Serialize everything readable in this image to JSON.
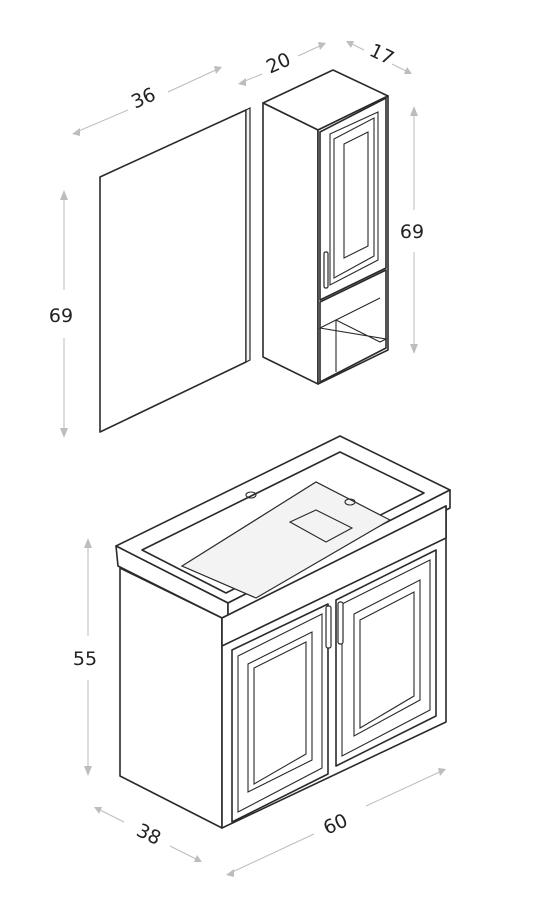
{
  "dimensions": {
    "mirror_width": "36",
    "cabinet_width": "20",
    "cabinet_depth": "17",
    "mirror_height": "69",
    "cabinet_height": "69",
    "vanity_height": "55",
    "vanity_depth": "38",
    "vanity_width": "60"
  }
}
